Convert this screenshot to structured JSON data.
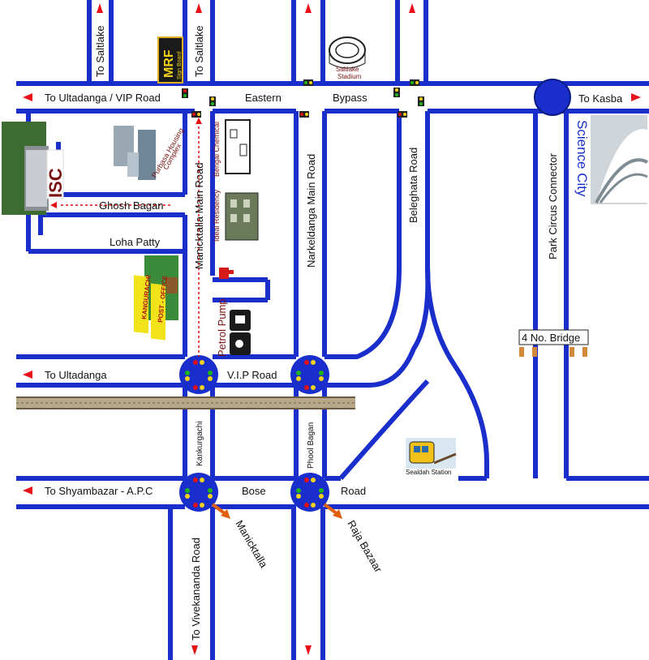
{
  "roads": {
    "to_saltlake_1": "To Saltlake",
    "to_saltlake_2": "To Saltlake",
    "to_ultadanga_vip": "To Ultadanga / VIP Road",
    "eastern": "Eastern",
    "bypass": "Bypass",
    "to_kasba": "To Kasba",
    "ghosh_bagan": "Ghosh Bagan",
    "loha_patty": "Loha  Patty",
    "manicktalla_main_road": "Manicktalla Main Road",
    "narkeldanga_main_road": "Narkeldanga Main Road",
    "beleghata_road": "Beleghata Road",
    "park_circus_connector": "Park Circus Connector",
    "four_no_bridge": "4 No. Bridge",
    "to_ultadanga": "To Ultadanga",
    "vip_road": "V.I.P Road",
    "kankurgachi": "Kankurgachi",
    "phool_bagan": "Phool Bagan",
    "to_shyambazar": "To Shyambazar  -  A.P.C",
    "bose": "Bose",
    "road": "Road",
    "manicktalla": "Manicktalla",
    "raja_bazaar": "Raja Bazaar",
    "to_vivekananda_road": "To Vivekananda Road"
  },
  "landmarks": {
    "mrf": "MRF",
    "mrf_sub": "Sign Board",
    "saltlake_stadium_1": "Saltlake",
    "saltlake_stadium_2": "Stadium",
    "purbasa_1": "Purbasa Housing",
    "purbasa_2": "Complex",
    "isc": "ISC",
    "bengal_chemical": "Bengal Chemical",
    "ideal_residency": "Ideal Residency",
    "science_city": "Science City",
    "kankurgachi_po_1": "KANGURACHI",
    "kankurgachi_po_2": "POST - OFFICE",
    "petrol_pump": "Petrol Pump",
    "sealdah_station": "Sealdah Station"
  },
  "colors": {
    "road": "#1a2ecc",
    "arrow": "#e8101a",
    "signal_green": "#1db31d",
    "signal_yellow": "#f2d21a",
    "signal_red": "#e01010",
    "rail": "#7a6a50"
  }
}
